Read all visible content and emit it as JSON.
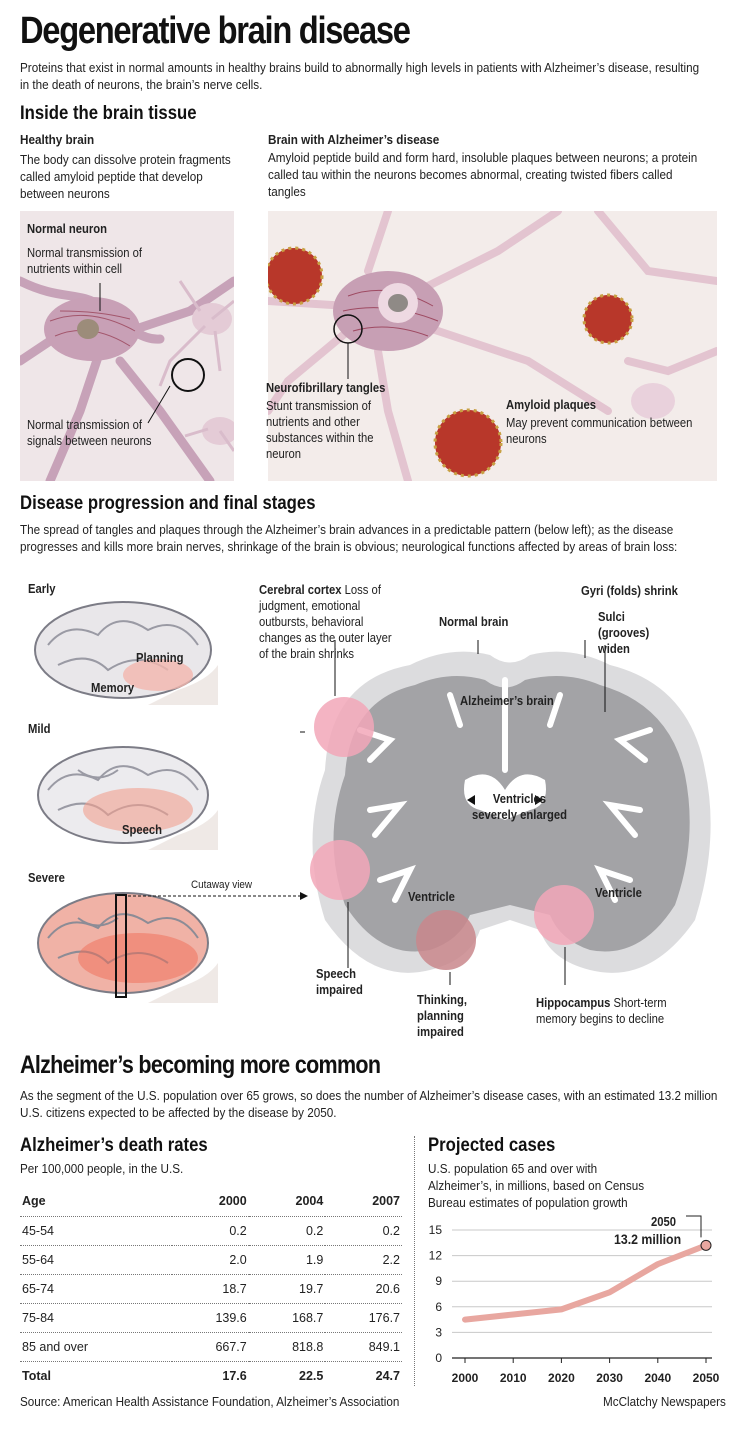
{
  "title": "Degenerative brain disease",
  "intro": "Proteins that exist in normal amounts in healthy brains build to abnormally high levels in patients with Alzheimer’s disease, resulting in the death of neurons, the brain’s nerve cells.",
  "tissue": {
    "heading": "Inside the brain tissue",
    "healthy": {
      "title": "Healthy brain",
      "text": "The body can dissolve protein fragments called amyloid peptide that develop between neurons",
      "normal_neuron": "Normal neuron",
      "transmission_cell": "Normal transmission of nutrients within cell",
      "transmission_signals": "Normal transmission of signals between neurons"
    },
    "alz": {
      "title": "Brain with Alzheimer’s disease",
      "text": "Amyloid peptide  build and form hard, insoluble plaques between neurons; a protein called tau within the neurons becomes abnormal, creating twisted fibers called tangles",
      "tangles_title": "Neurofibrillary tangles",
      "tangles_text": "Stunt transmission of nutrients and other substances within the neuron",
      "plaques_title": "Amyloid plaques",
      "plaques_text": "May prevent communication between neurons"
    }
  },
  "progression": {
    "heading": "Disease progression and final stages",
    "text": "The spread of tangles and plaques through the Alzheimer’s brain advances in a predictable pattern (below left); as the disease progresses and kills more brain nerves, shrinkage of the brain is obvious; neurological functions affected by areas of brain loss:",
    "early": "Early",
    "planning": "Planning",
    "memory": "Memory",
    "mild": "Mild",
    "speech": "Speech",
    "severe": "Severe",
    "cutaway": "Cutaway view",
    "cortex_title": "Cerebral cortex",
    "cortex_text": " Loss of judgment, emotional outbursts, behavioral changes as the outer layer of the brain shrinks",
    "normal_brain": "Normal brain",
    "alz_brain": "Alzheimer’s brain",
    "gyri": "Gyri (folds) shrink",
    "sulci": "Sulci (grooves) widen",
    "ventricles": "Ventricles severely enlarged",
    "ventricle_left": "Ventricle",
    "ventricle_right": "Ventricle",
    "speech_impaired": "Speech impaired",
    "thinking_impaired": "Thinking, planning impaired",
    "hippo_title": "Hippocampus",
    "hippo_text": " Short-term memory begins to decline"
  },
  "common": {
    "heading": "Alzheimer’s becoming more common",
    "text": "As the segment of the U.S. population over 65 grows, so does the number of Alzheimer’s disease cases, with an estimated 13.2 million U.S. citizens expected to be affected by the disease by 2050."
  },
  "death_rates": {
    "heading": "Alzheimer’s death rates",
    "subheading": "Per 100,000 people, in the U.S.",
    "columns": [
      "Age",
      "2000",
      "2004",
      "2007"
    ],
    "rows": [
      [
        "45-54",
        "0.2",
        "0.2",
        "0.2"
      ],
      [
        "55-64",
        "2.0",
        "1.9",
        "2.2"
      ],
      [
        "65-74",
        "18.7",
        "19.7",
        "20.6"
      ],
      [
        "75-84",
        "139.6",
        "168.7",
        "176.7"
      ],
      [
        "85 and over",
        "667.7",
        "818.8",
        "849.1"
      ]
    ],
    "total": [
      "Total",
      "17.6",
      "22.5",
      "24.7"
    ]
  },
  "source": "Source: American Health Assistance Foundation, Alzheimer’s Association",
  "credit": "McClatchy Newspapers",
  "projected": {
    "heading": "Projected cases",
    "subheading": "U.S. population 65 and over with Alzheimer’s, in millions, based on Census Bureau estimates of population growth",
    "callout_year": "2050",
    "callout_value": "13.2 million"
  },
  "chart_data": {
    "type": "line",
    "x": [
      2000,
      2010,
      2020,
      2030,
      2040,
      2050
    ],
    "xticks": [
      "2000",
      "2010",
      "2020",
      "2030",
      "2040",
      "2050"
    ],
    "series": [
      {
        "values": [
          4.5,
          5.1,
          5.7,
          7.7,
          11.0,
          13.2
        ]
      }
    ],
    "yticks": [
      "0",
      "3",
      "6",
      "9",
      "12",
      "15"
    ],
    "ylim": [
      0,
      15
    ],
    "grid": true,
    "line_color": "#e8a7a0"
  },
  "colors": {
    "brain_gray": "#a3a3a6",
    "normal_outline": "#d6d6d8",
    "highlight_pink": "#f2a7b8",
    "neuron_pink": "#c79fb4",
    "plaque_red": "#b8372a"
  }
}
